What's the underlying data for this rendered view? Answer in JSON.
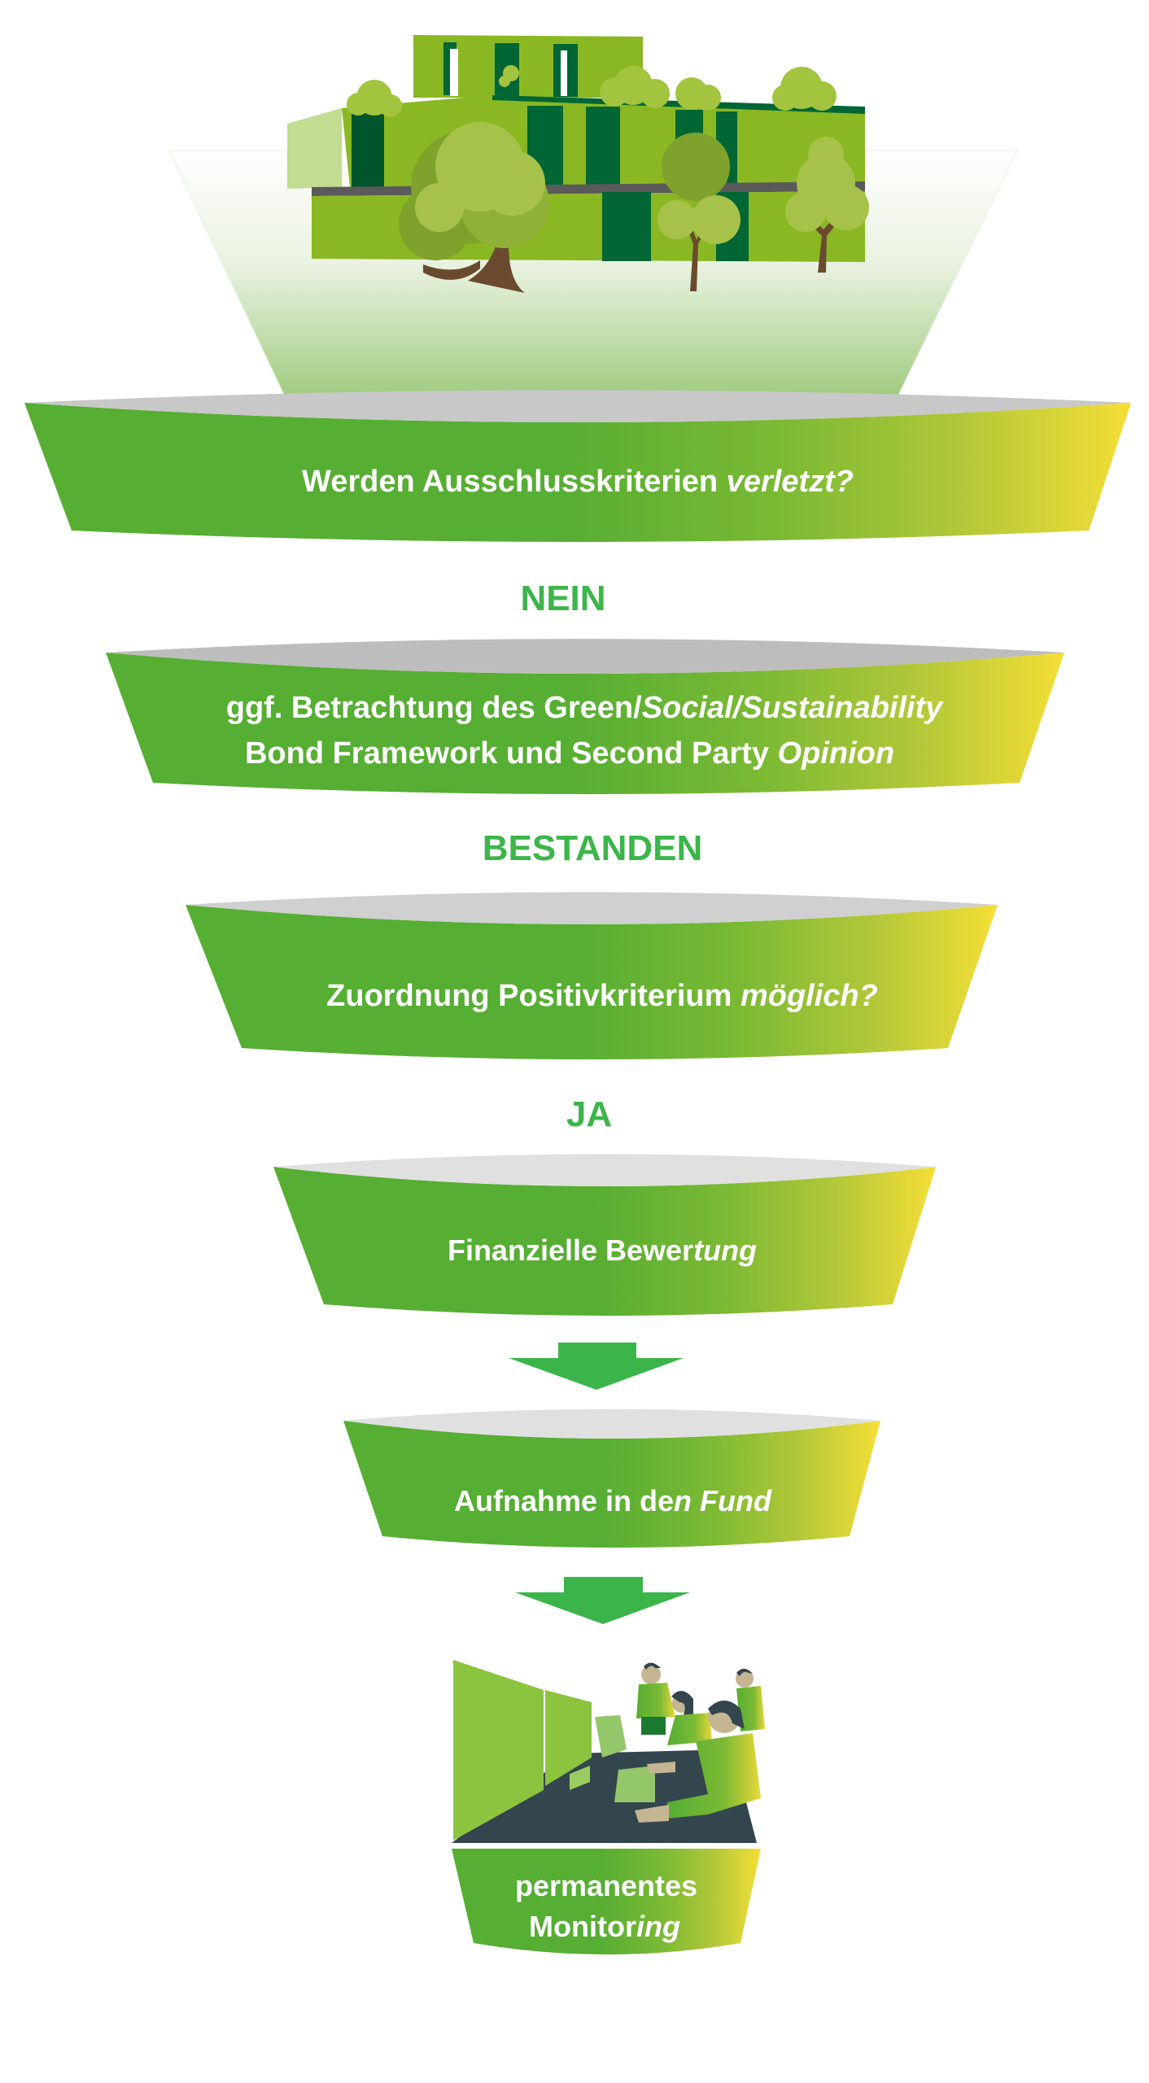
{
  "diagram": {
    "type": "funnel-process",
    "colors": {
      "band_green": "#56ae33",
      "band_yellow": "#f5de36",
      "rim_gray": "#c8c8c8",
      "rim_gray_light": "#e0e0e0",
      "decision_green": "#3cb64a",
      "arrow_green": "#3bb54a",
      "label_white": "#ffffff",
      "building_green": "#8ab822",
      "building_dark": "#006633",
      "desk_dark": "#33454d"
    },
    "illustrations": {
      "top": "green-building-with-trees",
      "bottom": "team-monitoring-at-screens"
    },
    "stages": [
      {
        "id": "exclusion",
        "parts": [
          {
            "text": "Werden Ausschlusskriterien ",
            "italic": false
          },
          {
            "text": "verletzt?",
            "italic": true
          }
        ],
        "outcome": "NEIN"
      },
      {
        "id": "framework",
        "lines": [
          [
            {
              "text": "ggf. Betrachtung des Green/",
              "italic": false
            },
            {
              "text": "Social/Sustainability",
              "italic": true
            }
          ],
          [
            {
              "text": "Bond Framework und Second Party ",
              "italic": false
            },
            {
              "text": "Opinion",
              "italic": true
            }
          ]
        ],
        "outcome": "BESTANDEN"
      },
      {
        "id": "positive",
        "parts": [
          {
            "text": "Zuordnung Positivkriterium ",
            "italic": false
          },
          {
            "text": "möglich?",
            "italic": true
          }
        ],
        "outcome": "JA"
      },
      {
        "id": "financial",
        "parts": [
          {
            "text": "Finanzielle Bewer",
            "italic": false
          },
          {
            "text": "tung",
            "italic": true
          }
        ],
        "outcome_arrow": true
      },
      {
        "id": "fund",
        "parts": [
          {
            "text": "Aufnahme in de",
            "italic": false
          },
          {
            "text": "n Fund",
            "italic": true
          }
        ],
        "outcome_arrow": true
      },
      {
        "id": "monitoring",
        "lines": [
          [
            {
              "text": "permanentes",
              "italic": false
            }
          ],
          [
            {
              "text": "Monitor",
              "italic": false
            },
            {
              "text": "ing",
              "italic": true
            }
          ]
        ]
      }
    ]
  }
}
